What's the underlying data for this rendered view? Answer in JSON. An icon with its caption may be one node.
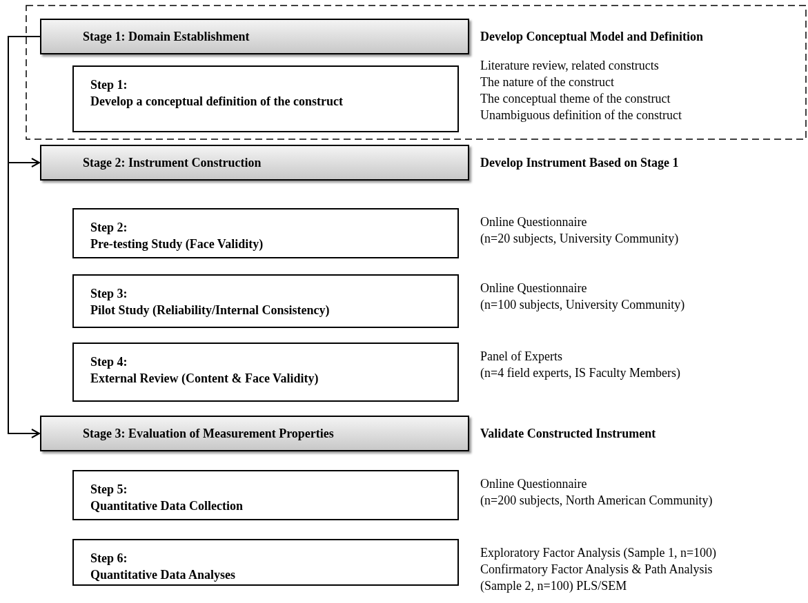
{
  "diagram": {
    "nodes": [
      {
        "text": [
          "Stage 1: Domain Establishment"
        ],
        "beside": [
          "Develop Conceptual Model and Definition"
        ]
      },
      {
        "text": [
          "Step 1:",
          "Develop a conceptual definition of the construct"
        ],
        "beside": [
          "Literature review, related constructs",
          "The nature of the construct",
          "The conceptual theme of the construct",
          "Unambiguous definition of the construct"
        ]
      },
      {
        "text": [
          "Stage 2: Instrument Construction"
        ],
        "beside": [
          "Develop Instrument Based on Stage 1"
        ]
      },
      {
        "text": [
          "Step 2:",
          "Pre-testing Study (Face Validity)"
        ],
        "beside": [
          "Online Questionnaire",
          "(n=20 subjects, University Community)"
        ]
      },
      {
        "text": [
          "Step 3:",
          "Pilot Study (Reliability/Internal Consistency)"
        ],
        "beside": [
          "Online Questionnaire",
          "(n=100 subjects, University Community)"
        ]
      },
      {
        "text": [
          "Step 4:",
          "External Review (Content & Face Validity)"
        ],
        "beside": [
          "Panel of Experts",
          "(n=4 field experts, IS Faculty Members)"
        ]
      },
      {
        "text": [
          "Stage 3: Evaluation of Measurement Properties"
        ],
        "beside": [
          "Validate Constructed Instrument"
        ]
      },
      {
        "text": [
          "Step 5:",
          "Quantitative Data Collection"
        ],
        "beside": [
          "Online Questionnaire",
          "(n=200 subjects, North American Community)"
        ]
      },
      {
        "text": [
          "Step 6:",
          "Quantitative Data Analyses"
        ],
        "beside": [
          "Exploratory Factor Analysis (Sample 1, n=100)",
          "Confirmatory Factor Analysis & Path Analysis (Sample 2, n=100) PLS/SEM"
        ]
      }
    ],
    "edges": [
      {
        "from": 0,
        "to": 2,
        "arrow": "to"
      },
      {
        "from": 0,
        "to": 6,
        "arrow": "to"
      }
    ]
  }
}
